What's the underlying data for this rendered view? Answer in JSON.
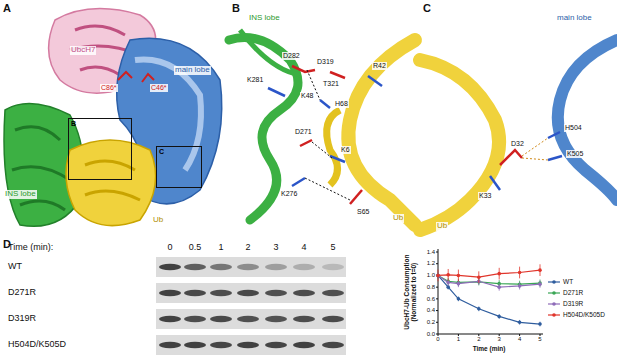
{
  "diagram": {
    "nodes": [
      {
        "text": [
          "B"
        ]
      },
      {
        "text": [
          "C"
        ]
      }
    ],
    "labels": [
      "A",
      "UbcH7",
      "C86*",
      "C46*",
      "main lobe",
      "INS lobe",
      "Ub",
      "B",
      "INS lobe",
      "D282",
      "D319",
      "R42",
      "K281",
      "T321",
      "K48",
      "H68",
      "D271",
      "K6",
      "K276",
      "S65",
      "Ub",
      "C",
      "main lobe",
      "H504",
      "K505",
      "D32",
      "K33",
      "Ub",
      "D",
      "Time (min):",
      "0",
      "0.5",
      "1",
      "2",
      "3",
      "4",
      "5",
      "WT",
      "D271R",
      "D319R",
      "H504D/K505D",
      "UbcH7-Ub Consumption (Normalized to t=0)",
      "0.0",
      "0.2",
      "0.4",
      "0.6",
      "0.8",
      "1.0",
      "1.2",
      "1.4",
      "0",
      "1",
      "2",
      "3",
      "4",
      "5",
      "Time (min)"
    ],
    "legend": [
      {
        "text": "WT",
        "color": "#2f5d9e"
      },
      {
        "text": "D271R",
        "color": "#3aa655"
      },
      {
        "text": "D319R",
        "color": "#8e6cb8"
      },
      {
        "text": "H504D/K505D",
        "color": "#e0352b"
      }
    ]
  }
}
